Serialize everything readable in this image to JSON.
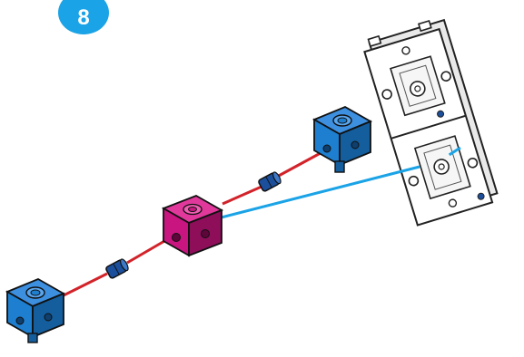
{
  "step": {
    "number": "8"
  },
  "colors": {
    "badge": "#1aa3e6",
    "blue_block": "#1e7fd0",
    "blue_block_dark": "#145e9e",
    "magenta_block": "#c8157f",
    "magenta_block_dark": "#8e0e5a",
    "red_guide": "#d2232a",
    "blue_guide": "#1aa3e6",
    "connector": "#1b4f9c",
    "frame": "#ffffff",
    "outline": "#222222"
  },
  "parts": [
    {
      "name": "blue-cube-top",
      "kind": "blue cube"
    },
    {
      "name": "blue-cube-bottom",
      "kind": "blue cube"
    },
    {
      "name": "magenta-cube",
      "kind": "magenta cube"
    },
    {
      "name": "connector-peg-upper",
      "kind": "connector peg"
    },
    {
      "name": "connector-peg-lower",
      "kind": "connector peg"
    },
    {
      "name": "white-frame",
      "kind": "white frame"
    }
  ]
}
